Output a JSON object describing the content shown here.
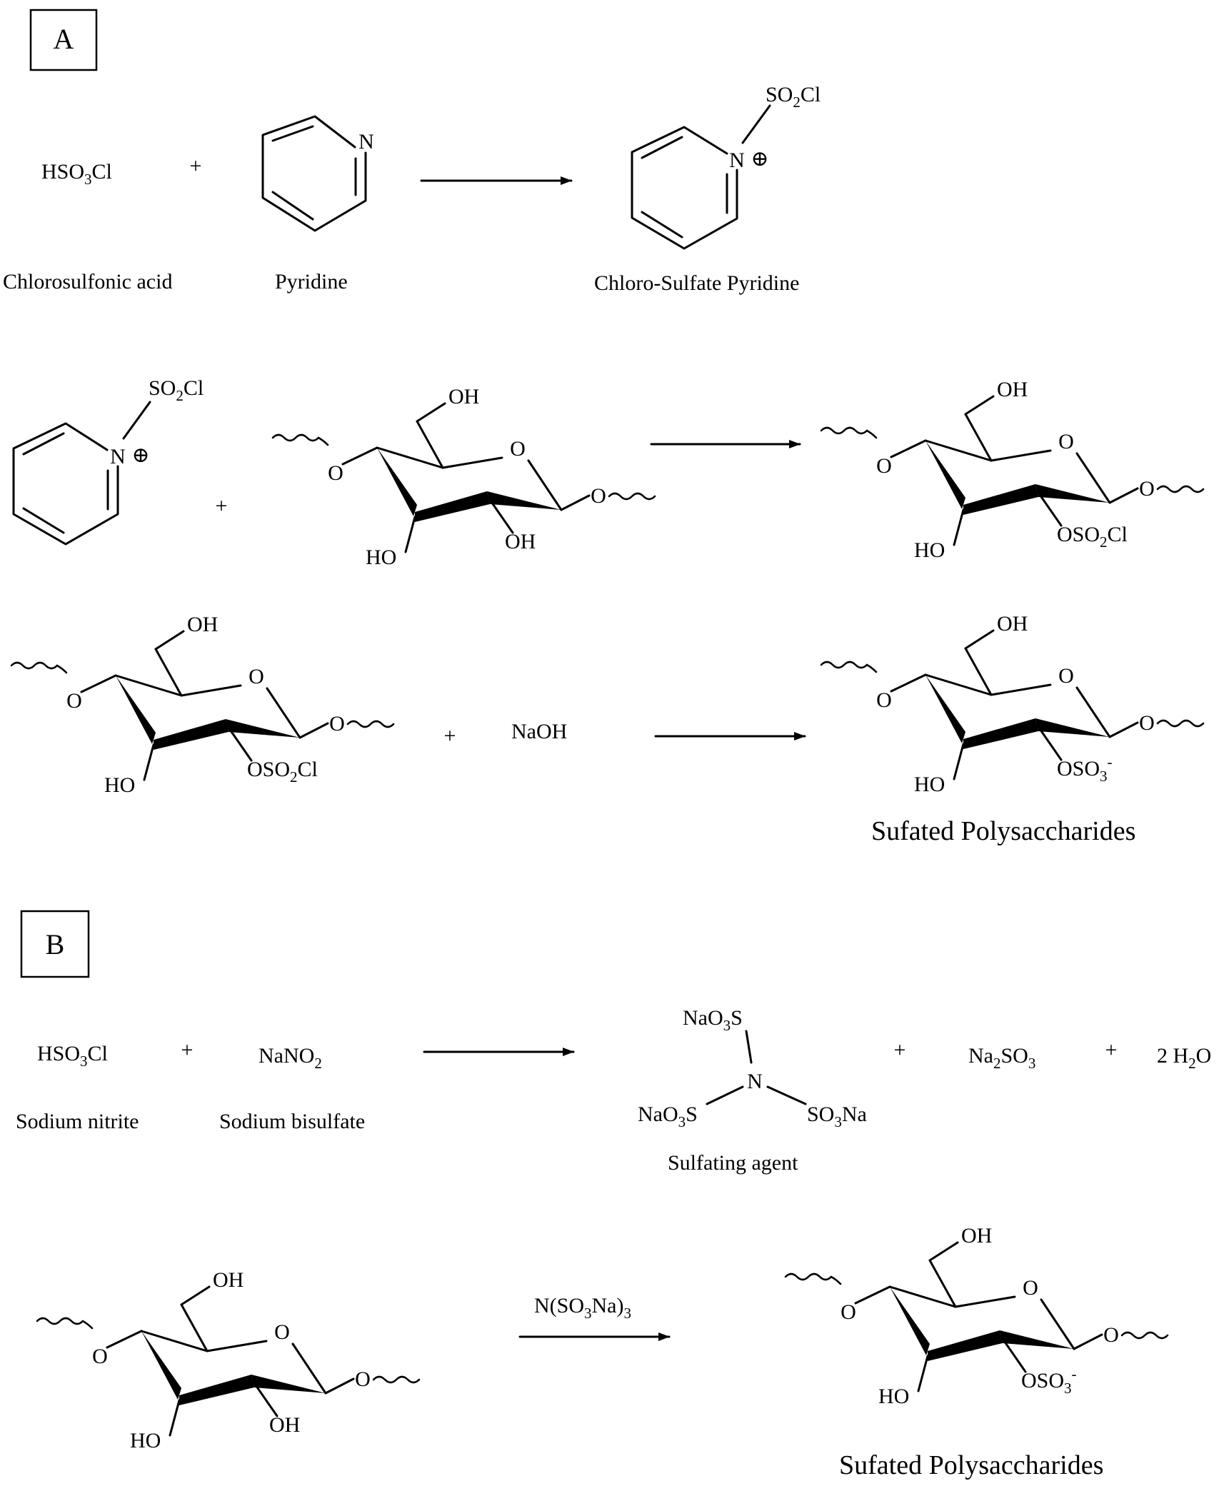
{
  "panels": {
    "A": {
      "label": "A"
    },
    "B": {
      "label": "B"
    }
  },
  "reaction_1": {
    "reagent_formula": {
      "main": "HSO",
      "sub": "3",
      "tail": "Cl"
    },
    "reagent_name": "Chlorosulfonic acid",
    "plus": "+",
    "pyridine_atom": "N",
    "pyridine_name": "Pyridine",
    "product_group": {
      "main": "SO",
      "sub": "2",
      "tail": "Cl"
    },
    "product_atom": "N",
    "product_charge": "⊕",
    "product_name": "Chloro-Sulfate Pyridine"
  },
  "reaction_2": {
    "reagent_group": {
      "main": "SO",
      "sub": "2",
      "tail": "Cl"
    },
    "reagent_atom": "N",
    "reagent_charge": "⊕",
    "plus": "+",
    "sugar": {
      "oh6": "OH",
      "ring_o": "O",
      "link_left": "O",
      "link_right": "O",
      "ho3": "HO",
      "oh2": "OH"
    },
    "product": {
      "oh6": "OH",
      "ring_o": "O",
      "link_left": "O",
      "link_right": "O",
      "ho3": "HO",
      "sub2": {
        "main": "OSO",
        "sub": "2",
        "tail": "Cl"
      }
    }
  },
  "reaction_3": {
    "reactant": {
      "oh6": "OH",
      "ring_o": "O",
      "link_left": "O",
      "link_right": "O",
      "ho3": "HO",
      "sub2": {
        "main": "OSO",
        "sub": "2",
        "tail": "Cl"
      }
    },
    "plus": "+",
    "base": "NaOH",
    "product": {
      "oh6": "OH",
      "ring_o": "O",
      "link_left": "O",
      "link_right": "O",
      "ho3": "HO",
      "sub2": {
        "main": "OSO",
        "sub": "3",
        "sup": "-"
      }
    },
    "product_name": "Sufated Polysaccharides"
  },
  "reaction_4": {
    "reagent_formula": {
      "main": "HSO",
      "sub": "3",
      "tail": "Cl"
    },
    "reagent_name": "Sodium nitrite",
    "plus1": "+",
    "reagent2_formula": {
      "main": "NaNO",
      "sub": "2"
    },
    "reagent2_name": "Sodium bisulfate",
    "agent_top": {
      "main": "NaO",
      "sub": "3",
      "tail": "S"
    },
    "agent_atom": "N",
    "agent_left": {
      "main": "NaO",
      "sub": "3",
      "tail": "S"
    },
    "agent_right": {
      "main": "SO",
      "sub": "3",
      "tail": "Na"
    },
    "agent_name": "Sulfating agent",
    "plus2": "+",
    "byproduct1": {
      "main": "Na",
      "sub": "2",
      "tail": "SO",
      "sub2": "3"
    },
    "plus3": "+",
    "byproduct2": {
      "main": "2 H",
      "sub": "2",
      "tail": "O"
    }
  },
  "reaction_5": {
    "reagent_over_arrow": {
      "main": "N(SO",
      "sub": "3",
      "tail": "Na)",
      "sub2": "3"
    },
    "sugar": {
      "oh6": "OH",
      "ring_o": "O",
      "link_left": "O",
      "link_right": "O",
      "ho3": "HO",
      "oh2": "OH"
    },
    "product": {
      "oh6": "OH",
      "ring_o": "O",
      "link_left": "O",
      "link_right": "O",
      "ho3": "HO",
      "sub2": {
        "main": "OSO",
        "sub": "3",
        "sup": "-"
      }
    },
    "product_name": "Sufated Polysaccharides"
  }
}
